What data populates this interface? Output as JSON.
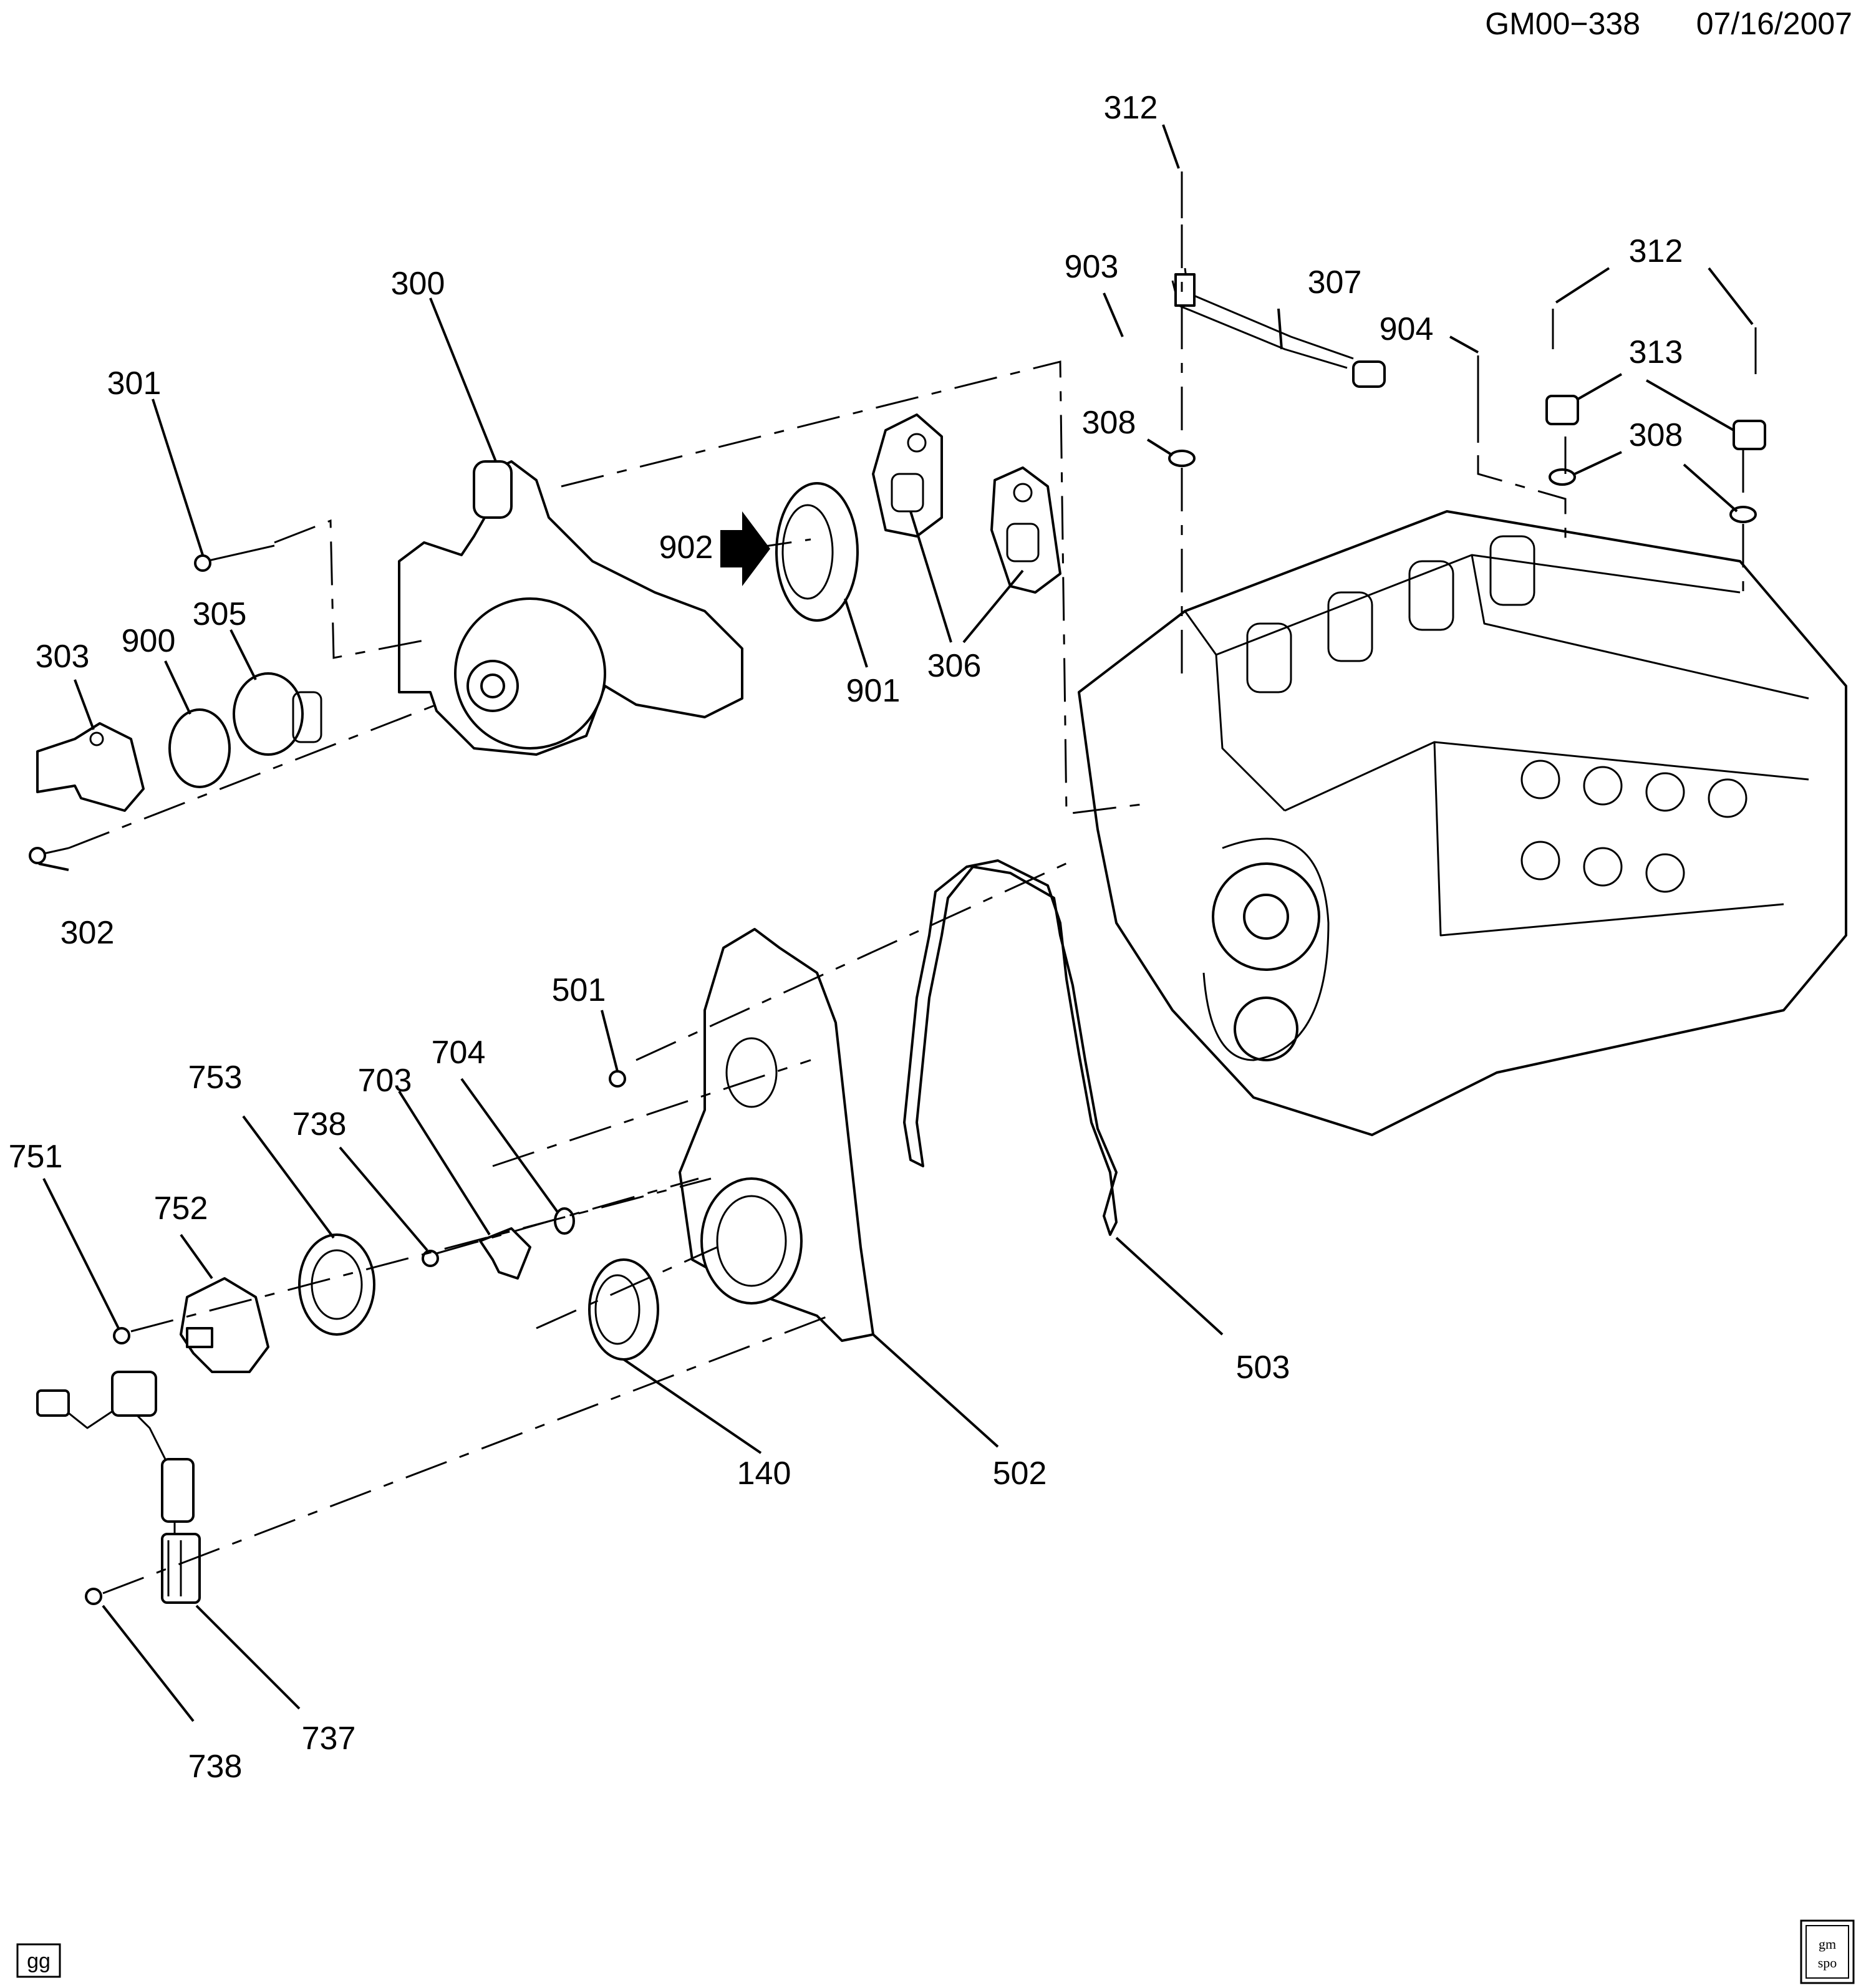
{
  "header": {
    "drawing_id": "GM00−338",
    "date": "07/16/2007"
  },
  "corner_tag": "gg",
  "logo": {
    "line1": "gm",
    "line2": "spo"
  },
  "callouts": {
    "c300": "300",
    "c301": "301",
    "c302": "302",
    "c303": "303",
    "c305": "305",
    "c306": "306",
    "c307": "307",
    "c308a": "308",
    "c308b": "308",
    "c312a": "312",
    "c312b": "312",
    "c313": "313",
    "c900": "900",
    "c901": "901",
    "c902": "902",
    "c903": "903",
    "c904": "904",
    "c140": "140",
    "c501": "501",
    "c502": "502",
    "c503": "503",
    "c703": "703",
    "c704": "704",
    "c737": "737",
    "c738a": "738",
    "c738b": "738",
    "c751": "751",
    "c752": "752",
    "c753": "753"
  }
}
